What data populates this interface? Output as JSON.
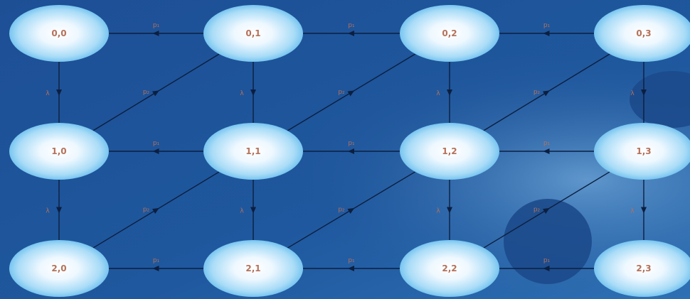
{
  "colors": {
    "background": "#1b4e95",
    "node_fill_center": "#ffffff",
    "node_fill_edge": "#5cb8ec",
    "edge_color": "#0c1f40",
    "label_color": "#b5715a"
  },
  "nodes": [
    {
      "id": "0,0",
      "label": "0,0"
    },
    {
      "id": "0,1",
      "label": "0,1"
    },
    {
      "id": "0,2",
      "label": "0,2"
    },
    {
      "id": "0,3",
      "label": "0,3"
    },
    {
      "id": "1,0",
      "label": "1,0"
    },
    {
      "id": "1,1",
      "label": "1,1"
    },
    {
      "id": "1,2",
      "label": "1,2"
    },
    {
      "id": "1,3",
      "label": "1,3"
    },
    {
      "id": "2,0",
      "label": "2,0"
    },
    {
      "id": "2,1",
      "label": "2,1"
    },
    {
      "id": "2,2",
      "label": "2,2"
    },
    {
      "id": "2,3",
      "label": "2,3"
    }
  ],
  "edges": [
    {
      "from": "0,1",
      "to": "0,0",
      "kind": "horizontal",
      "label": "p₁"
    },
    {
      "from": "0,2",
      "to": "0,1",
      "kind": "horizontal",
      "label": "p₁"
    },
    {
      "from": "0,3",
      "to": "0,2",
      "kind": "horizontal",
      "label": "p₁"
    },
    {
      "from": "1,1",
      "to": "1,0",
      "kind": "horizontal",
      "label": "p₁"
    },
    {
      "from": "1,2",
      "to": "1,1",
      "kind": "horizontal",
      "label": "p₁"
    },
    {
      "from": "1,3",
      "to": "1,2",
      "kind": "horizontal",
      "label": "p₁"
    },
    {
      "from": "2,1",
      "to": "2,0",
      "kind": "horizontal",
      "label": "p₁"
    },
    {
      "from": "2,2",
      "to": "2,1",
      "kind": "horizontal",
      "label": "p₁"
    },
    {
      "from": "2,3",
      "to": "2,2",
      "kind": "horizontal",
      "label": "p₁"
    },
    {
      "from": "0,0",
      "to": "1,0",
      "kind": "vertical",
      "label": "λ"
    },
    {
      "from": "1,0",
      "to": "2,0",
      "kind": "vertical",
      "label": "λ"
    },
    {
      "from": "0,1",
      "to": "1,1",
      "kind": "vertical",
      "label": "λ"
    },
    {
      "from": "1,1",
      "to": "2,1",
      "kind": "vertical",
      "label": "λ"
    },
    {
      "from": "0,2",
      "to": "1,2",
      "kind": "vertical",
      "label": "λ"
    },
    {
      "from": "1,2",
      "to": "2,2",
      "kind": "vertical",
      "label": "λ"
    },
    {
      "from": "0,3",
      "to": "1,3",
      "kind": "vertical",
      "label": "λ"
    },
    {
      "from": "1,3",
      "to": "2,3",
      "kind": "vertical",
      "label": "λ"
    },
    {
      "from": "1,0",
      "to": "0,1",
      "kind": "diagonal",
      "label": "p₂"
    },
    {
      "from": "1,1",
      "to": "0,2",
      "kind": "diagonal",
      "label": "p₂"
    },
    {
      "from": "1,2",
      "to": "0,3",
      "kind": "diagonal",
      "label": "p₂"
    },
    {
      "from": "2,0",
      "to": "1,1",
      "kind": "diagonal",
      "label": "p₂"
    },
    {
      "from": "2,1",
      "to": "1,2",
      "kind": "diagonal",
      "label": "p₂"
    },
    {
      "from": "2,2",
      "to": "1,3",
      "kind": "diagonal",
      "label": "p₂"
    }
  ]
}
